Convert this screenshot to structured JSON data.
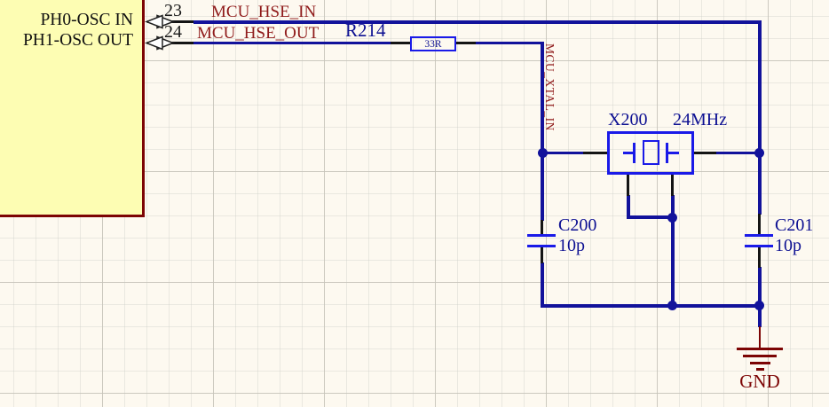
{
  "schematic": {
    "mcu_block": {
      "pins": [
        {
          "number": "23",
          "name": "PH0-OSC IN"
        },
        {
          "number": "24",
          "name": "PH1-OSC OUT"
        }
      ]
    },
    "net_labels": {
      "hse_in": "MCU_HSE_IN",
      "hse_out": "MCU_HSE_OUT",
      "xtal_in": "MCU_XTAL_IN"
    },
    "resistor": {
      "designator": "R214",
      "value": "33R"
    },
    "crystal": {
      "designator": "X200",
      "value": "24MHz"
    },
    "cap_left": {
      "designator": "C200",
      "value": "10p"
    },
    "cap_right": {
      "designator": "C201",
      "value": "10p"
    },
    "ground": {
      "label": "GND"
    },
    "colors": {
      "wire": "#12129B",
      "component_outline": "#1A1AE8",
      "designator_text": "#0D1092",
      "net_label_text": "#8F1A1A",
      "power_symbol": "#7C0404",
      "block_fill": "#FDFDB3",
      "block_border": "#7C0404",
      "background": "#FDF9F0",
      "pin_lead": "#141414"
    }
  }
}
